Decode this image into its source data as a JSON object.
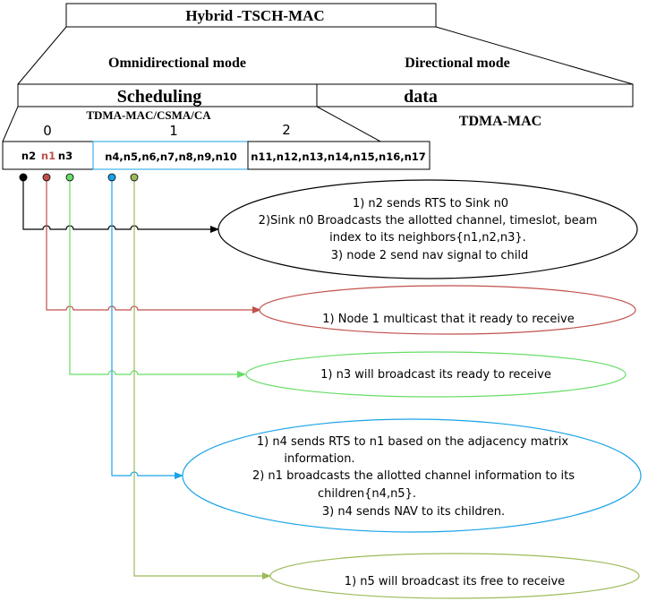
{
  "header": {
    "title": "Hybrid -TSCH-MAC",
    "omni_label": "Omnidirectional mode",
    "directional_label": "Directional mode"
  },
  "modes": {
    "scheduling": "Scheduling",
    "data": "data",
    "tdma_csma": "TDMA-MAC/CSMA/CA",
    "tdma": "TDMA-MAC"
  },
  "slots": {
    "slot0": "0",
    "slot1": "1",
    "slot2": "2",
    "n2": "n2",
    "n1": "n1",
    "n3": "n3",
    "group1": "n4,n5,n6,n7,n8,n9,n10",
    "group2": "n11,n12,n13,n14,n15,n16,n17"
  },
  "bubbles": {
    "b1": {
      "l1": "1) n2 sends RTS to Sink n0",
      "l2": "2)Sink n0 Broadcasts the allotted channel, timeslot, beam",
      "l3": "index to its neighbors{n1,n2,n3}.",
      "l4": "3) node 2 send nav signal to child"
    },
    "b2": {
      "l1": "1) Node 1 multicast that it ready to receive"
    },
    "b3": {
      "l1": "1) n3 will broadcast its ready to receive"
    },
    "b4": {
      "l1": "1) n4 sends RTS to n1 based on the adjacency matrix",
      "l2": "information.",
      "l3": "2) n1 broadcasts the allotted channel information to its",
      "l4": "children{n4,n5}.",
      "l5": "3) n4 sends NAV to its children."
    },
    "b5": {
      "l1": "1) n5 will broadcast its free to receive"
    }
  },
  "colors": {
    "black": "#000000",
    "red": "#c0504d",
    "green": "#66dd66",
    "blue": "#1aa3e8",
    "olive": "#9bbb59"
  }
}
